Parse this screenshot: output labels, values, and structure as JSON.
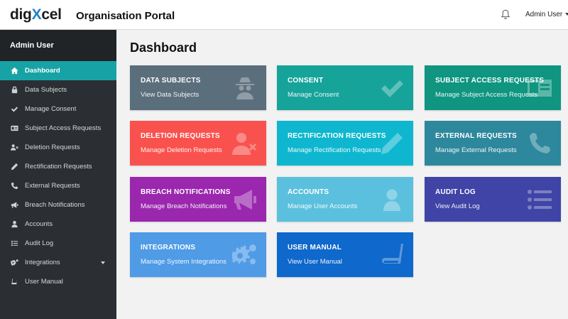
{
  "header": {
    "logo_part1": "dig",
    "logo_part2": "X",
    "logo_part3": "cel",
    "portal_title": "Organisation Portal",
    "user_label": "Admin User",
    "notification_icon": "bell-icon"
  },
  "sidebar": {
    "user_name": "Admin User",
    "items": [
      {
        "label": "Dashboard",
        "icon": "home-icon",
        "active": true
      },
      {
        "label": "Data Subjects",
        "icon": "lock-icon"
      },
      {
        "label": "Manage Consent",
        "icon": "check-icon"
      },
      {
        "label": "Subject Access Requests",
        "icon": "id-card-icon"
      },
      {
        "label": "Deletion Requests",
        "icon": "user-remove-icon"
      },
      {
        "label": "Rectification Requests",
        "icon": "pencil-icon"
      },
      {
        "label": "External Requests",
        "icon": "phone-icon"
      },
      {
        "label": "Breach Notifications",
        "icon": "megaphone-icon"
      },
      {
        "label": "Accounts",
        "icon": "user-icon"
      },
      {
        "label": "Audit Log",
        "icon": "list-icon"
      },
      {
        "label": "Integrations",
        "icon": "gears-icon",
        "has_submenu": true
      },
      {
        "label": "User Manual",
        "icon": "book-icon"
      }
    ]
  },
  "main": {
    "page_title": "Dashboard",
    "tiles": [
      {
        "title": "DATA SUBJECTS",
        "subtitle": "View Data Subjects",
        "color": "#5b6e7c",
        "icon": "spy-icon"
      },
      {
        "title": "CONSENT",
        "subtitle": "Manage Consent",
        "color": "#16a39a",
        "icon": "check-icon"
      },
      {
        "title": "SUBJECT ACCESS REQUESTS",
        "subtitle": "Manage Subject Access Requests",
        "color": "#0f9580",
        "icon": "id-card-icon"
      },
      {
        "title": "DELETION REQUESTS",
        "subtitle": "Manage Deletion Requests",
        "color": "#f9524e",
        "icon": "user-remove-icon"
      },
      {
        "title": "RECTIFICATION REQUESTS",
        "subtitle": "Manage Rectification Requests",
        "color": "#0eb7cf",
        "icon": "pencil-icon"
      },
      {
        "title": "EXTERNAL REQUESTS",
        "subtitle": "Manage External Requests",
        "color": "#2e889d",
        "icon": "phone-icon"
      },
      {
        "title": "BREACH NOTIFICATIONS",
        "subtitle": "Manage Breach Notifications",
        "color": "#9a27ae",
        "icon": "megaphone-icon"
      },
      {
        "title": "ACCOUNTS",
        "subtitle": "Manage User Accounts",
        "color": "#5bc0dd",
        "icon": "user-icon"
      },
      {
        "title": "AUDIT LOG",
        "subtitle": "View Audit Log",
        "color": "#3f44a6",
        "icon": "list-icon"
      },
      {
        "title": "INTEGRATIONS",
        "subtitle": "Manage System Integrations",
        "color": "#4f9be6",
        "icon": "gears-icon"
      },
      {
        "title": "USER MANUAL",
        "subtitle": "View User Manual",
        "color": "#0f68cb",
        "icon": "book-icon"
      }
    ]
  }
}
